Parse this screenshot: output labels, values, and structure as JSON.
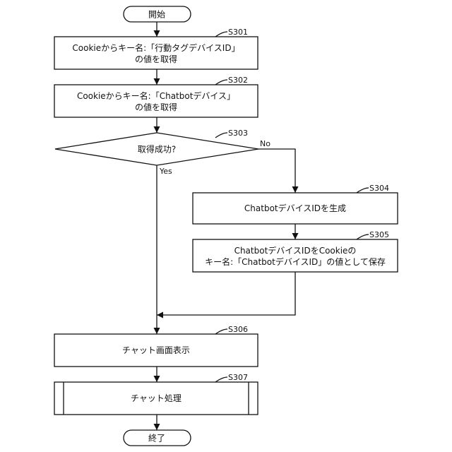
{
  "start": "開始",
  "end": "終了",
  "steps": {
    "s301": {
      "id": "S301",
      "line1": "Cookieからキー名:「行動タグデバイスID」",
      "line2": "の値を取得"
    },
    "s302": {
      "id": "S302",
      "line1": "Cookieからキー名:「Chatbotデバイス」",
      "line2": "の値を取得"
    },
    "s303": {
      "id": "S303",
      "label": "取得成功?",
      "no": "No",
      "yes": "Yes"
    },
    "s304": {
      "id": "S304",
      "label": "ChatbotデバイスIDを生成"
    },
    "s305": {
      "id": "S305",
      "line1": "ChatbotデバイスIDをCookieの",
      "line2": "キー名:「ChatbotデバイスID」の値として保存"
    },
    "s306": {
      "id": "S306",
      "label": "チャット画面表示"
    },
    "s307": {
      "id": "S307",
      "label": "チャット処理"
    }
  }
}
